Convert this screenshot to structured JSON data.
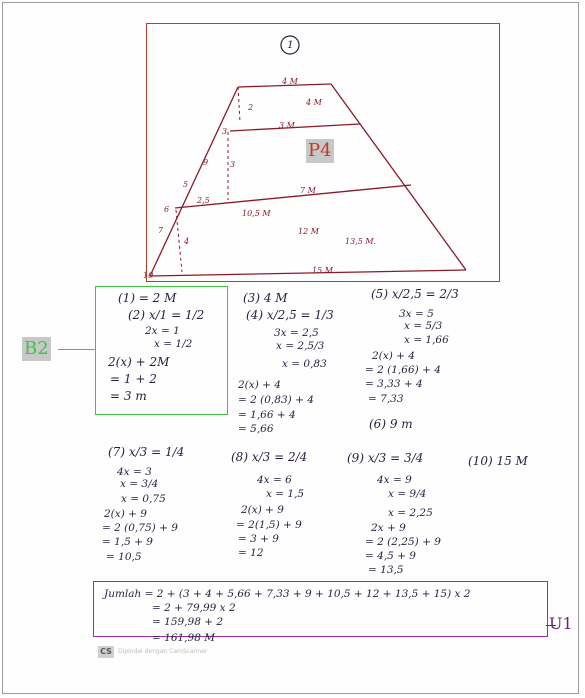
{
  "figure": {
    "number": "1",
    "labels": {
      "top_width": "4 M",
      "top_width_b": "4 M",
      "h1": "2",
      "w2": "3 M",
      "h2": "3",
      "w3": "7 M",
      "side_25": "2,5",
      "w4": "10,5 M",
      "w5": "12 M",
      "w6": "13,5 M.",
      "h3": "4",
      "left_6": "6",
      "left_7": "7",
      "left_5": "5",
      "left_9": "9",
      "left_10": "10",
      "left_3": "3",
      "bottom": "15 M"
    }
  },
  "tags": {
    "p4": "P4",
    "b2": "B2",
    "u1": "U1"
  },
  "block1": [
    "(1) = 2 M",
    "(2) x/1 = 1/2",
    "2x = 1",
    "x = 1/2",
    "2(x) + 2M",
    "= 1 + 2",
    "= 3 m"
  ],
  "block3": [
    "(3) 4 M",
    "(4) x/2,5 = 1/3",
    "3x = 2,5",
    "x = 2,5/3",
    "x = 0,83",
    "2(x) + 4",
    "= 2 (0,83) + 4",
    "= 1,66 + 4",
    "= 5,66"
  ],
  "block5": [
    "(5) x/2,5 = 2/3",
    "3x = 5",
    "x = 5/3",
    "x = 1,66",
    "2(x) + 4",
    "= 2 (1,66) + 4",
    "= 3,33 + 4",
    "= 7,33",
    "(6) 9 m"
  ],
  "block7": [
    "(7) x/3 = 1/4",
    "4x = 3",
    "x = 3/4",
    "x = 0,75",
    "2(x) + 9",
    "= 2 (0,75) + 9",
    "= 1,5 + 9",
    "= 10,5"
  ],
  "block8": [
    "(8) x/3 = 2/4",
    "4x = 6",
    "x = 1,5",
    "2(x) + 9",
    "= 2(1,5) + 9",
    "= 3 + 9",
    "= 12"
  ],
  "block9": [
    "(9) x/3 = 3/4",
    "4x = 9",
    "x = 9/4",
    "x = 2,25",
    "2x + 9",
    "= 2 (2,25) + 9",
    "= 4,5 + 9",
    "= 13,5"
  ],
  "block10": "(10) 15 M",
  "total": [
    "Jumlah = 2 + (3 + 4 + 5,66 + 7,33 + 9 + 10,5 + 12 + 13,5 + 15) x 2",
    "= 2 + 79,99 x 2",
    "= 159,98 + 2",
    "= 161,98 M"
  ],
  "footer": {
    "logo": "CS",
    "text": "Dipindai dengan CamScanner"
  }
}
